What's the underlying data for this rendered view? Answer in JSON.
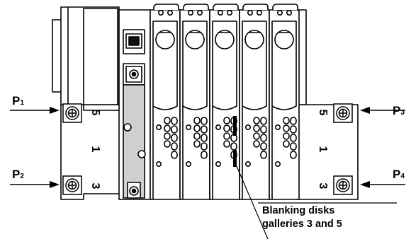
{
  "inlet_labels": {
    "p1": {
      "main": "P",
      "sub": "1"
    },
    "p2": {
      "main": "P",
      "sub": "2"
    },
    "p3": {
      "main": "P",
      "sub": "3"
    },
    "p4": {
      "main": "P",
      "sub": "4"
    }
  },
  "port_numbers": {
    "left": [
      "5",
      "1",
      "3"
    ],
    "right": [
      "5",
      "1",
      "3"
    ]
  },
  "callout": {
    "line1": "Blanking disks",
    "line2": "galleries 3 and 5"
  },
  "valve_count": 5,
  "colors": {
    "line": "#000000",
    "fill": "#ffffff",
    "dark": "#111111",
    "grey": "#cfcfcf"
  }
}
